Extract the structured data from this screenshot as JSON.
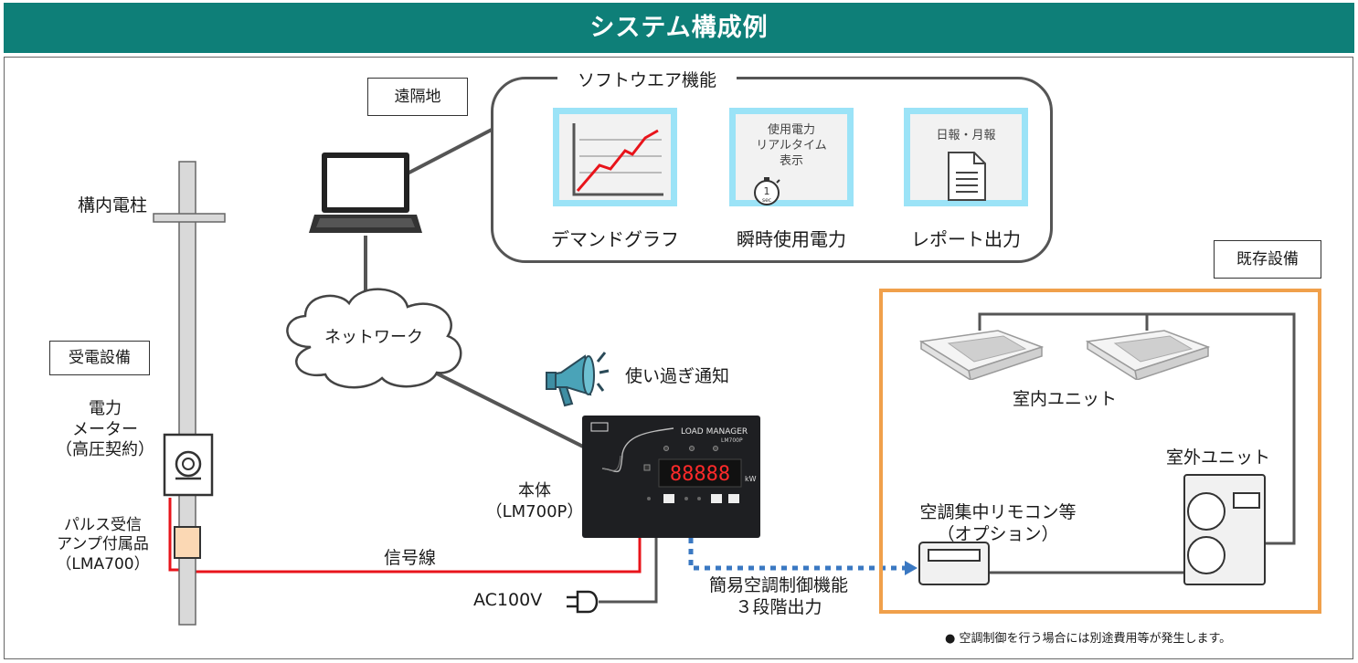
{
  "header": {
    "title": "システム構成例"
  },
  "remote": {
    "label": "遠隔地"
  },
  "software": {
    "title": "ソフトウエア機能",
    "tiles": [
      {
        "caption": "デマンドグラフ",
        "icon": "line-chart-icon"
      },
      {
        "caption": "瞬時使用電力",
        "text": "使用電力\nリアルタイム\n表示",
        "icon": "stopwatch-icon",
        "icon_text": "1",
        "icon_unit": "sec"
      },
      {
        "caption": "レポート出力",
        "text": "日報・月報",
        "icon": "document-icon"
      }
    ]
  },
  "pole": {
    "label": "構内電柱"
  },
  "substation": {
    "label": "受電設備"
  },
  "meter": {
    "label": "電力\nメーター\n（高圧契約）"
  },
  "amp": {
    "label": "パルス受信\nアンプ付属品\n（LMA700）"
  },
  "network": {
    "label": "ネットワーク"
  },
  "alert": {
    "label": "使い過ぎ通知"
  },
  "main_unit": {
    "label": "本体\n（LM700P）",
    "device_title": "LOAD MANAGER",
    "device_model": "LM700P",
    "display": "88888",
    "unit": "kW"
  },
  "signal": {
    "label": "信号線"
  },
  "power": {
    "label": "AC100V"
  },
  "control": {
    "label": "簡易空調制御機能\n３段階出力"
  },
  "existing": {
    "label": "既存設備"
  },
  "indoor": {
    "label": "室内ユニット"
  },
  "outdoor": {
    "label": "室外ユニット"
  },
  "remote_controller": {
    "label": "空調集中リモコン等\n（オプション）"
  },
  "note": {
    "text": "● 空調制御を行う場合には別途費用等が発生します。"
  },
  "colors": {
    "header": "#0e7f78",
    "signal": "#e8141b",
    "control": "#3a78c2",
    "existing_frame": "#f0a04b",
    "tile_border": "#9be3f7"
  }
}
